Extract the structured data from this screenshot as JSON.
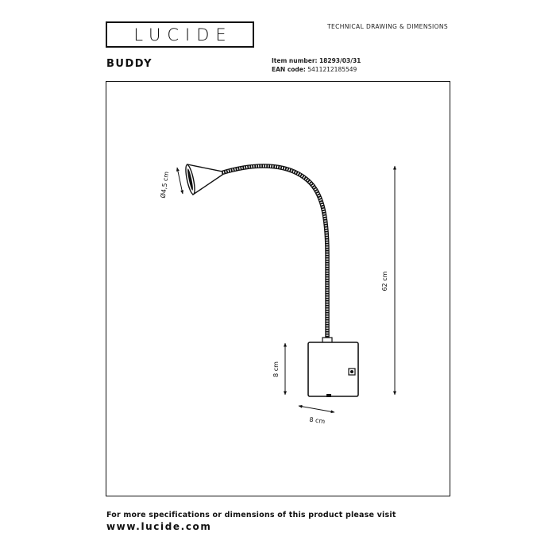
{
  "header": {
    "brand": "LUCIDE",
    "doc_type": "TECHNICAL DRAWING & DIMENSIONS"
  },
  "product": {
    "name": "BUDDY",
    "item_label": "Item number:",
    "item_number": "18293/03/31",
    "ean_label": "EAN code:",
    "ean_code": "5411212185549"
  },
  "drawing": {
    "dimensions": {
      "head_diameter": "Ø4,5 cm",
      "total_height": "62 cm",
      "base_height": "8 cm",
      "base_width": "8 cm"
    }
  },
  "footer": {
    "note": "For more specifications or dimensions of this product please visit",
    "url": "www.lucide.com"
  }
}
